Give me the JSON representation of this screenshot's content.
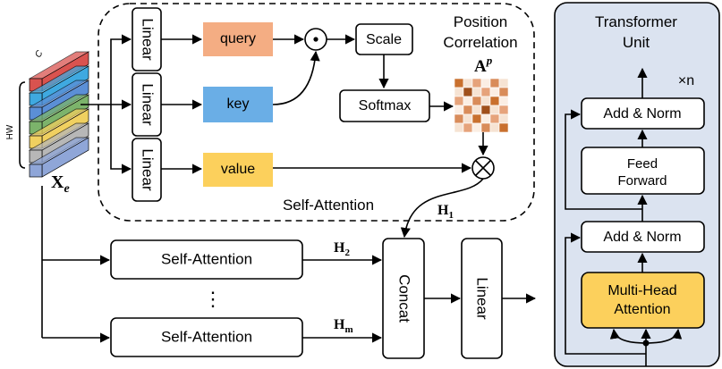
{
  "embedding": {
    "symbol_main": "X",
    "symbol_sub": "e",
    "dim_c": "C",
    "dim_hw": "HW",
    "layer_colors": [
      "#d9534f",
      "#3fa9e0",
      "#5b8fd6",
      "#7cb36b",
      "#f0d060",
      "#b7b7b7",
      "#8fa6d8"
    ]
  },
  "self_attention": {
    "linear_labels": [
      "Linear",
      "Linear",
      "Linear"
    ],
    "query": "query",
    "key": "key",
    "value": "value",
    "dot_operator": "⊙",
    "scale": "Scale",
    "softmax": "Softmax",
    "multiply_operator": "⊗",
    "position_title_line1": "Position",
    "position_title_line2": "Correlation",
    "ap_symbol": "A",
    "ap_superscript": "p",
    "caption": "Self-Attention",
    "output_symbol": "H",
    "output_sub": "1",
    "colors": {
      "query": "#f4ad83",
      "key": "#6aaee6",
      "value": "#fcd05c"
    },
    "heatmap_colors": [
      [
        "#c9702e",
        "#f6e3d3",
        "#e6a37b",
        "#fbeee4",
        "#d98c5a",
        "#f6e3d3"
      ],
      [
        "#f6e3d3",
        "#a0501c",
        "#f6e3d3",
        "#e6a37b",
        "#fbeee4",
        "#d98c5a"
      ],
      [
        "#e6a37b",
        "#fbeee4",
        "#d98c5a",
        "#f6e3d3",
        "#c9702e",
        "#fbeee4"
      ],
      [
        "#fbeee4",
        "#d98c5a",
        "#f6e3d3",
        "#a0501c",
        "#f6e3d3",
        "#e6a37b"
      ],
      [
        "#d98c5a",
        "#f6e3d3",
        "#c9702e",
        "#fbeee4",
        "#e6a37b",
        "#f6e3d3"
      ],
      [
        "#f6e3d3",
        "#e6a37b",
        "#fbeee4",
        "#d98c5a",
        "#f6e3d3",
        "#c9702e"
      ]
    ]
  },
  "multi_head": {
    "head2_label": "Self-Attention",
    "headm_label": "Self-Attention",
    "ellipsis": "⋮",
    "h2_symbol": "H",
    "h2_sub": "2",
    "hm_symbol": "H",
    "hm_sub": "m",
    "concat": "Concat",
    "linear": "Linear"
  },
  "transformer": {
    "title_line1": "Transformer",
    "title_line2": "Unit",
    "repeat": "×n",
    "add_norm_top": "Add & Norm",
    "feed_forward_line1": "Feed",
    "feed_forward_line2": "Forward",
    "add_norm_bottom": "Add & Norm",
    "mha_line1": "Multi-Head",
    "mha_line2": "Attention",
    "panel_fill": "#dbe3f0",
    "mha_fill": "#fcd05c"
  }
}
